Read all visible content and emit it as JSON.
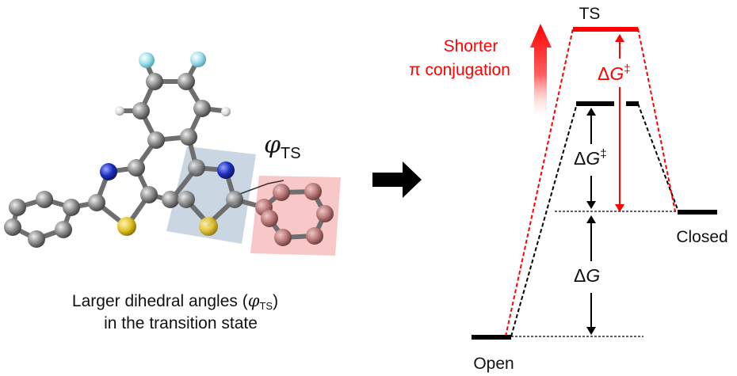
{
  "figure": {
    "phi_label": {
      "symbol": "φ",
      "subscript": "TS"
    },
    "caption": {
      "line1_prefix": "Larger dihedral angles (",
      "symbol": "φ",
      "subscript": "TS",
      "line1_suffix": ")",
      "line2": "in the transition state"
    },
    "energy_diagram": {
      "ts_label": "TS",
      "open_label": "Open",
      "closed_label": "Closed",
      "shorter_line1": "Shorter",
      "shorter_line2": "π conjugation",
      "delta": "Δ",
      "g": "G",
      "dagger": "‡"
    },
    "colors": {
      "red": "#ff0000",
      "black": "#000000",
      "blue_box": "#b8cad8",
      "pink_box": "#f6b4b4",
      "carbon": "#8a8a8a",
      "nitrogen": "#1b2fbf",
      "sulfur": "#e3c22a",
      "fluorine": "#9fe0ec",
      "hydrogen": "#e6e6e6",
      "pink_carbon": "#b87878"
    }
  }
}
